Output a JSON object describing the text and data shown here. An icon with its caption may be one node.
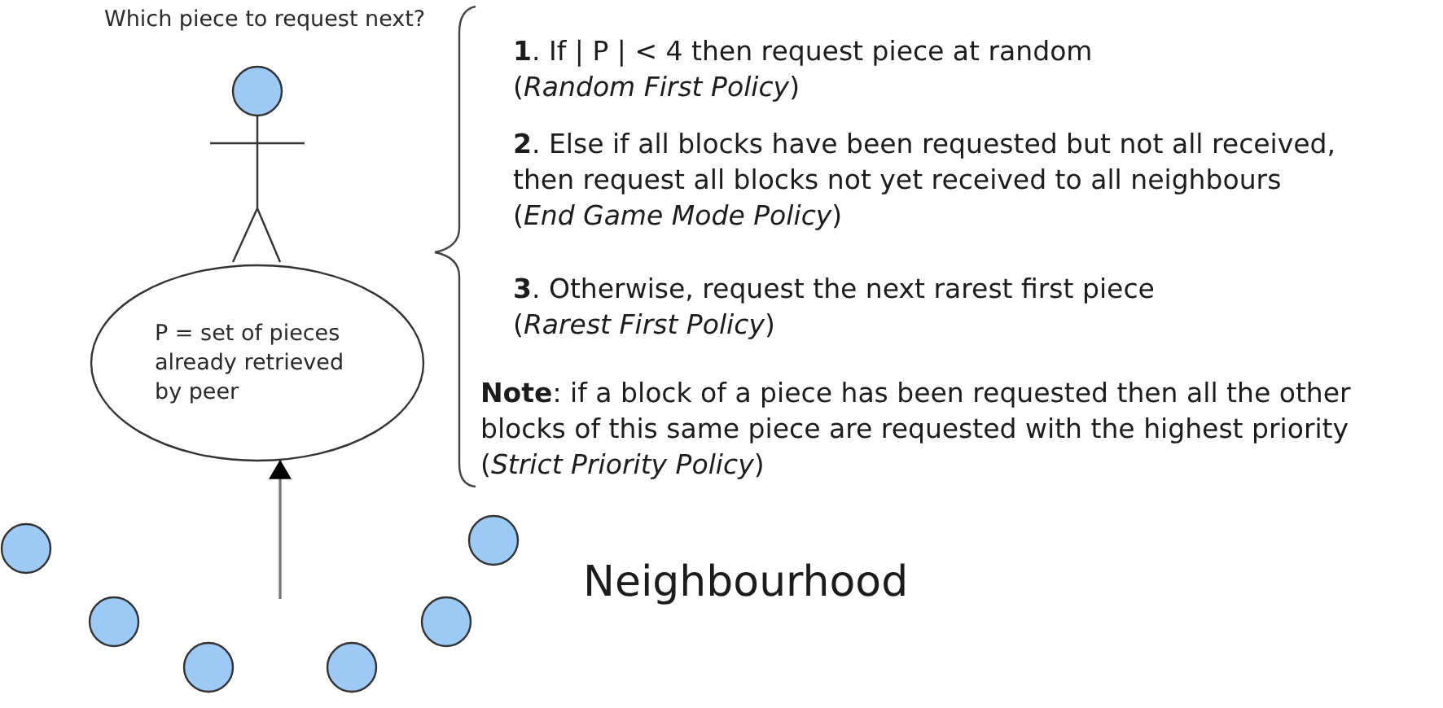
{
  "diagram": {
    "nodes": [
      {
        "text": [],
        "shape": "person",
        "beside": [
          "Which piece to request next?"
        ]
      },
      {
        "text": [
          "P = set of pieces already retrieved by peer"
        ]
      },
      {
        "text": [],
        "shape": "circle"
      },
      {
        "text": [],
        "shape": "circle"
      },
      {
        "text": [],
        "shape": "circle"
      },
      {
        "text": [],
        "shape": "circle"
      },
      {
        "text": [],
        "shape": "circle"
      },
      {
        "text": [],
        "shape": "circle"
      }
    ],
    "edges": [
      {
        "from": null,
        "to": 1,
        "arrow": "to"
      }
    ],
    "labels": [
      "**1**. If | P | < 4 then request piece at random",
      "(*Random First Policy*)",
      "**2**. Else if all blocks have been requested but not all received, then request all blocks not yet received to all neighbours",
      "(*End Game Mode Policy*)",
      "**3**. Otherwise, request the next rarest first piece",
      "(*Rarest First Policy*)",
      "**Note**: if a block of a piece has been requested then all the other blocks of this same piece are requested with the highest priority",
      "(*Strict Priority Policy*)",
      "Neighbourhood"
    ]
  }
}
